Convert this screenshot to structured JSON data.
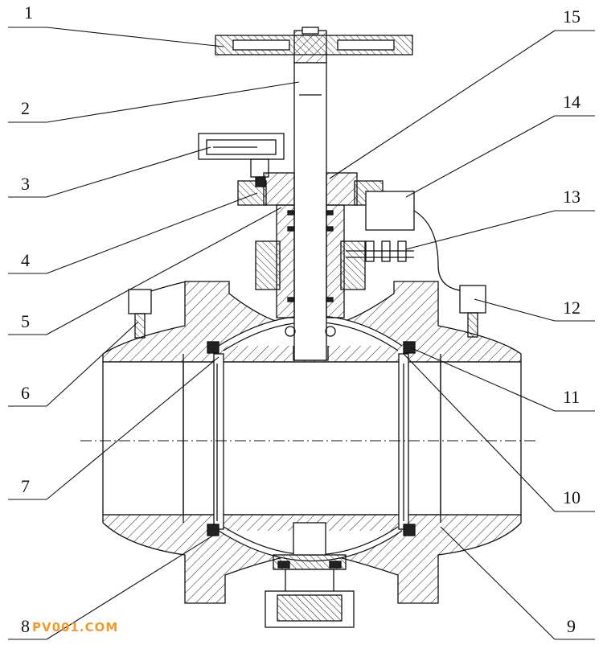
{
  "labels": {
    "l1": "1",
    "l2": "2",
    "l3": "3",
    "l4": "4",
    "l5": "5",
    "l6": "6",
    "l7": "7",
    "l8": "8",
    "l9": "9",
    "l10": "10",
    "l11": "11",
    "l12": "12",
    "l13": "13",
    "l14": "14",
    "l15": "15"
  },
  "watermark": "PV001.COM",
  "colors": {
    "line": "#111111",
    "watermark": "#f39a2c"
  }
}
